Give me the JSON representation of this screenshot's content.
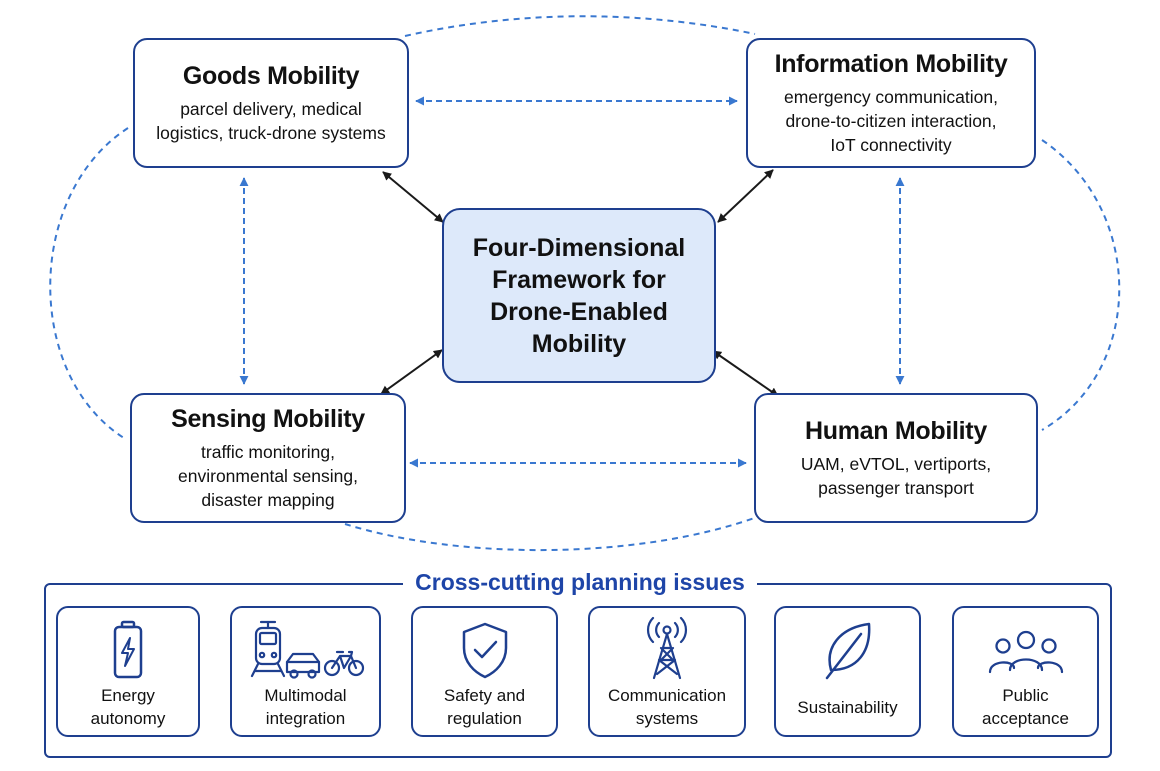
{
  "dimensions": {
    "goods": {
      "title": "Goods Mobility",
      "lines": [
        "parcel delivery, medical",
        "logistics, truck-drone systems"
      ]
    },
    "information": {
      "title": "Information Mobility",
      "lines": [
        "emergency communication,",
        "drone-to-citizen interaction,",
        "IoT connectivity"
      ]
    },
    "sensing": {
      "title": "Sensing Mobility",
      "lines": [
        "traffic monitoring,",
        "environmental sensing,",
        "disaster mapping"
      ]
    },
    "human": {
      "title": "Human Mobility",
      "lines": [
        "UAM, eVTOL, vertiports,",
        "passenger transport"
      ]
    }
  },
  "center": {
    "lines": [
      "Four-Dimensional",
      "Framework for",
      "Drone-Enabled",
      "Mobility"
    ]
  },
  "cross_cutting": {
    "title": "Cross-cutting planning issues",
    "issues": [
      {
        "icon": "battery-icon",
        "lines": [
          "Energy",
          "autonomy"
        ]
      },
      {
        "icon": "multimodal-transport-icon",
        "lines": [
          "Multimodal",
          "integration"
        ]
      },
      {
        "icon": "shield-check-icon",
        "lines": [
          "Safety and",
          "regulation"
        ]
      },
      {
        "icon": "radio-tower-icon",
        "lines": [
          "Communication",
          "systems"
        ]
      },
      {
        "icon": "leaf-icon",
        "lines": [
          "Sustainability"
        ]
      },
      {
        "icon": "people-group-icon",
        "lines": [
          "Public",
          "acceptance"
        ]
      }
    ]
  },
  "colors": {
    "accent": "#1e3f8f",
    "dashed_arrow": "#3a78d0",
    "solid_arrow": "#1a1a1a",
    "center_fill": "#dde9fa",
    "panel_title": "#1e45a8"
  }
}
